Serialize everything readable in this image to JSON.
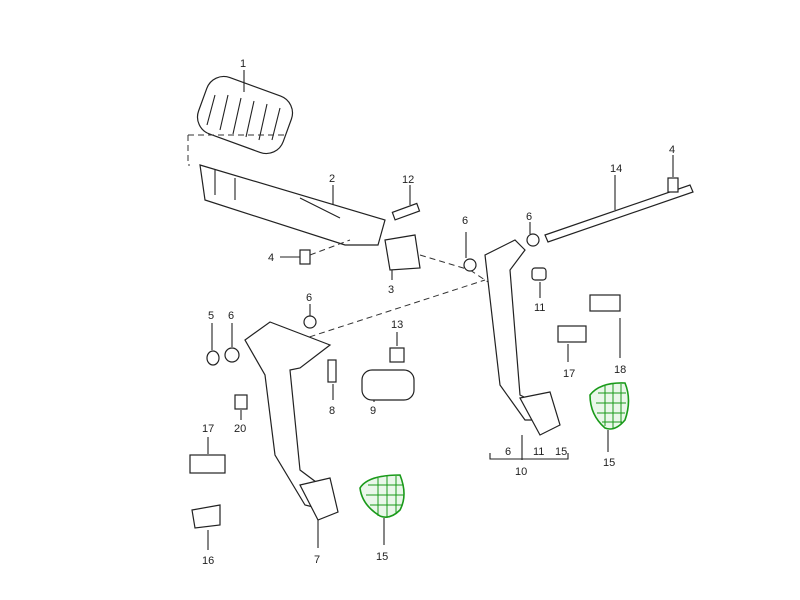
{
  "diagram": {
    "highlight_color": "#1a9a1a",
    "labels": {
      "boot": "1",
      "bracket": "2",
      "bolt": "12",
      "clip_left": "4",
      "bracket_plate": "3",
      "bushing_mid": "6",
      "bushing_right": "6",
      "shaft": "14",
      "clip_right": "4",
      "bushing_small": "11",
      "bushing_clutch": "6",
      "washer": "5",
      "nut": "6",
      "sleeve": "13",
      "pin": "8",
      "cylinder": "9",
      "clip_small": "20",
      "switch_left": "17",
      "switch_bracket": "16",
      "clutch_pedal": "7",
      "pad_left": "15",
      "brake_pedal": "10",
      "sub_6": "6",
      "sub_11": "11",
      "sub_15": "15",
      "pad_right": "15",
      "switch_right": "17",
      "switch_right_2": "18"
    }
  }
}
